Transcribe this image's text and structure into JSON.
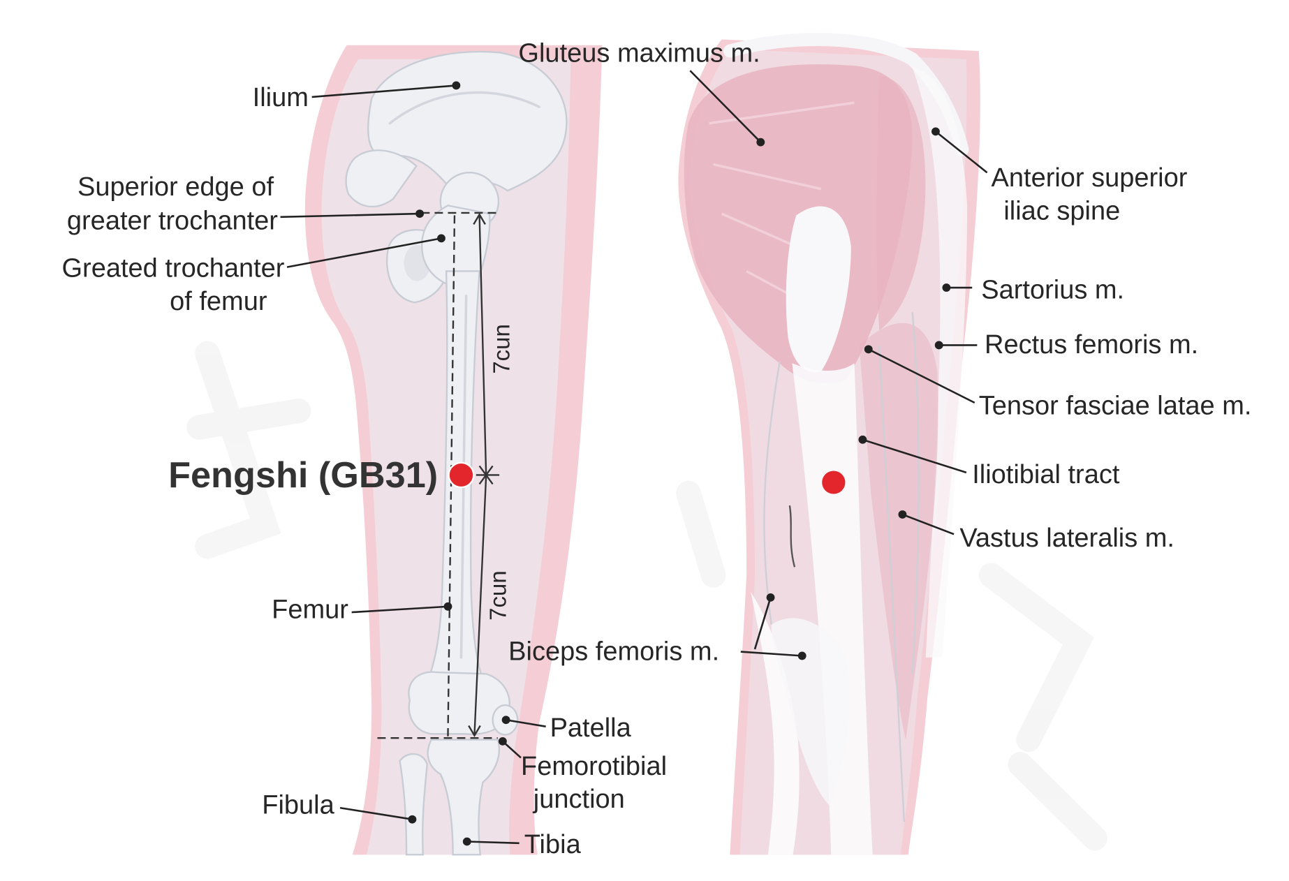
{
  "labels": {
    "ilium": "Ilium",
    "superior_edge": [
      "Superior edge of",
      "greater trochanter"
    ],
    "greater_trochanter": [
      "Greated trochanter",
      "of femur"
    ],
    "cun_upper": "7cun",
    "cun_lower": "7cun",
    "fengshi": "Fengshi (GB31)",
    "femur": "Femur",
    "patella": "Patella",
    "femorotibial": [
      "Femorotibial",
      "junction"
    ],
    "fibula": "Fibula",
    "tibia": "Tibia",
    "gluteus": "Gluteus maximus m.",
    "asis": [
      "Anterior superior",
      "iliac spine"
    ],
    "sartorius": "Sartorius m.",
    "rectus": "Rectus femoris m.",
    "tensor": "Tensor fasciae latae m.",
    "iliotibial": "Iliotibial tract",
    "vastus": "Vastus lateralis m.",
    "biceps": "Biceps femoris m."
  },
  "colors": {
    "acupoint": "#e3262b",
    "skin": "#f5cdd5",
    "muscle": "#e8b3c1"
  }
}
